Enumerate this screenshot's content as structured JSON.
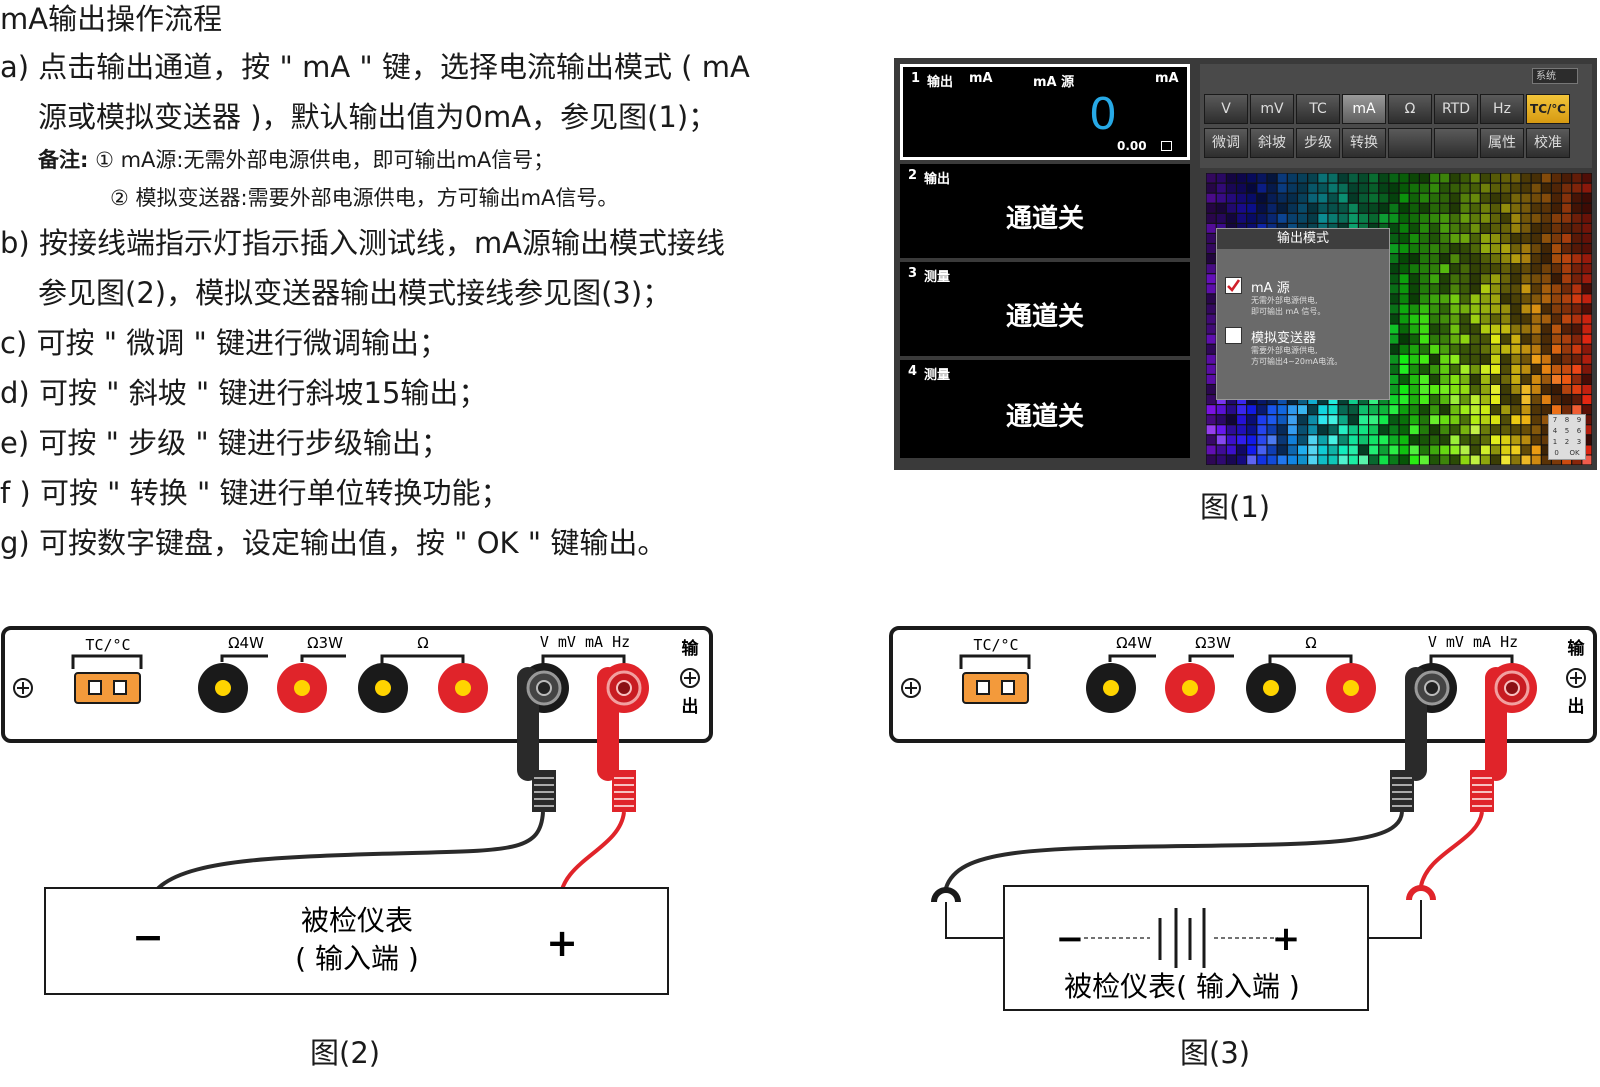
{
  "doc": {
    "title": "mA输出操作流程",
    "steps": {
      "a1": "a) 点击输出通道，按 \" mA \" 键，选择电流输出模式 ( mA",
      "a2": "源或模拟变送器 )，默认输出值为0mA，参见图(1)；",
      "note_label": "备注:",
      "note1": " ① mA源:无需外部电源供电，即可输出mA信号；",
      "note2": "② 模拟变送器:需要外部电源供电，方可输出mA信号。",
      "b1": "b) 按接线端指示灯指示插入测试线，mA源输出模式接线",
      "b2": "参见图(2)，模拟变送器输出模式接线参见图(3)；",
      "c": "c) 可按 \" 微调 \" 键进行微调输出；",
      "d": "d) 可按 \" 斜坡 \" 键进行斜坡15输出；",
      "e": "e) 可按 \" 步级 \" 键进行步级输出；",
      "f": "f ) 可按 \" 转换 \" 键进行单位转换功能；",
      "g": "g) 可按数字键盘，设定输出值，按 \" OK \" 键输出。"
    }
  },
  "figure1": {
    "caption": "图(1)",
    "ch1": {
      "num": "1",
      "mode": "输出",
      "unit_left": "mA",
      "source": "mA 源",
      "unit_right": "mA",
      "value": "0",
      "sub_value": "0.00"
    },
    "ch2": {
      "num": "2",
      "mode": "输出",
      "state": "通道关"
    },
    "ch3": {
      "num": "3",
      "mode": "测量",
      "state": "通道关"
    },
    "ch4": {
      "num": "4",
      "mode": "测量",
      "state": "通道关"
    },
    "system_label": "系统",
    "row1": [
      "V",
      "mV",
      "TC",
      "mA",
      "Ω",
      "RTD",
      "Hz",
      "TC/℃"
    ],
    "row2": [
      "微调",
      "斜坡",
      "步级",
      "转换",
      "",
      "",
      "属性",
      "校准"
    ],
    "dialog": {
      "title": "输出模式",
      "opt1": "mA 源",
      "opt1_hint1": "无需外部电源供电,",
      "opt1_hint2": "即可输出 mA 信号。",
      "opt2": "模拟变送器",
      "opt2_hint1": "需要外部电源供电,",
      "opt2_hint2": "方可输出4~20mA电流。"
    },
    "keypad": [
      "7",
      "8",
      "9",
      "4",
      "5",
      "6",
      "1",
      "2",
      "3",
      "0",
      "OK"
    ]
  },
  "figure2": {
    "caption": "图(2)",
    "device_line1": "被检仪表",
    "device_line2": "( 输入端 )",
    "minus": "−",
    "plus": "+"
  },
  "figure3": {
    "caption": "图(3)",
    "device": "被检仪表( 输入端 )",
    "minus": "−",
    "plus": "+"
  },
  "terminal_panel": {
    "tc_label": "TC/°C",
    "o4w": "Ω4W",
    "o3w": "Ω3W",
    "ohm": "Ω",
    "vma": "V mV mA Hz",
    "side1": "输",
    "side2": "出"
  },
  "colors": {
    "red": "#e0242a",
    "black": "#1a1a1a",
    "orange": "#f39a3b",
    "yellow": "#ffd400"
  }
}
